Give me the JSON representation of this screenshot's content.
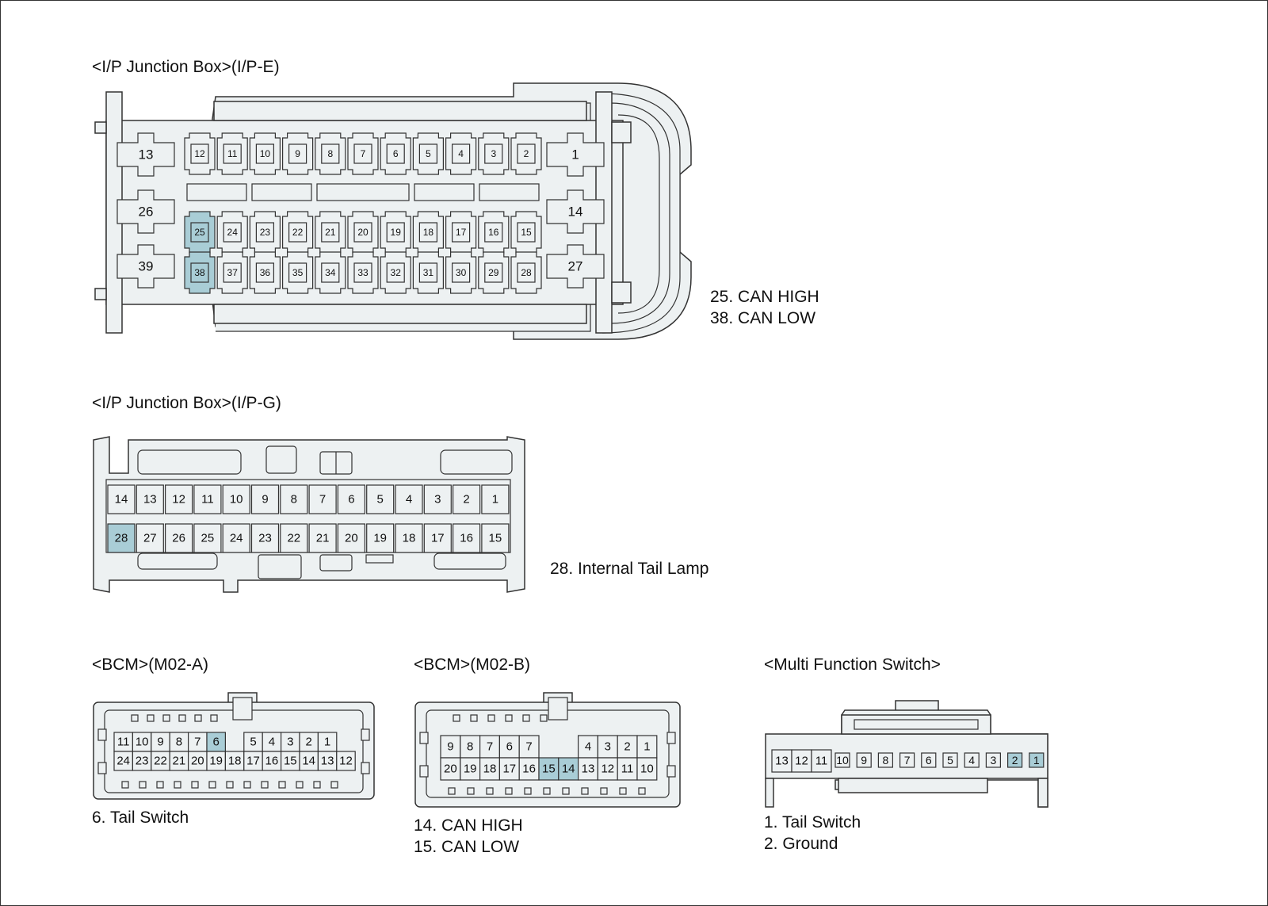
{
  "highlight_color": "#a9cdd6",
  "body_color": "#edf1f2",
  "ipe": {
    "title": "<I/P Junction Box>(I/P-E)",
    "corner_pins": [
      "13",
      "26",
      "39",
      "1",
      "14",
      "27"
    ],
    "row1": [
      "12",
      "11",
      "10",
      "9",
      "8",
      "7",
      "6",
      "5",
      "4",
      "3",
      "2"
    ],
    "row2": [
      "25",
      "24",
      "23",
      "22",
      "21",
      "20",
      "19",
      "18",
      "17",
      "16",
      "15"
    ],
    "row3": [
      "38",
      "37",
      "36",
      "35",
      "34",
      "33",
      "32",
      "31",
      "30",
      "29",
      "28"
    ],
    "highlighted": [
      "25",
      "38"
    ],
    "notes": [
      "25. CAN HIGH",
      "38. CAN LOW"
    ]
  },
  "ipg": {
    "title": "<I/P Junction Box>(I/P-G)",
    "row1": [
      "14",
      "13",
      "12",
      "11",
      "10",
      "9",
      "8",
      "7",
      "6",
      "5",
      "4",
      "3",
      "2",
      "1"
    ],
    "row2": [
      "28",
      "27",
      "26",
      "25",
      "24",
      "23",
      "22",
      "21",
      "20",
      "19",
      "18",
      "17",
      "16",
      "15"
    ],
    "highlighted": [
      "28"
    ],
    "notes": [
      "28. Internal Tail Lamp"
    ]
  },
  "bcm_a": {
    "title": "<BCM>(M02-A)",
    "row1_left": [
      "11",
      "10",
      "9",
      "8",
      "7",
      "6"
    ],
    "row1_right": [
      "5",
      "4",
      "3",
      "2",
      "1"
    ],
    "row2": [
      "24",
      "23",
      "22",
      "21",
      "20",
      "19",
      "18",
      "17",
      "16",
      "15",
      "14",
      "13",
      "12"
    ],
    "highlighted": [
      "6"
    ],
    "notes": [
      "6. Tail Switch"
    ]
  },
  "bcm_b": {
    "title": "<BCM>(M02-B)",
    "row1_left": [
      "9",
      "8",
      "7",
      "6",
      "7"
    ],
    "row1_right": [
      "4",
      "3",
      "2",
      "1"
    ],
    "row2": [
      "20",
      "19",
      "18",
      "17",
      "16",
      "15",
      "14",
      "13",
      "12",
      "11",
      "10"
    ],
    "highlighted": [
      "15",
      "14"
    ],
    "notes": [
      "14. CAN HIGH",
      "15. CAN LOW"
    ]
  },
  "mfs": {
    "title": "<Multi Function Switch>",
    "large_pins": [
      "13",
      "12",
      "11"
    ],
    "small_pins": [
      "10",
      "9",
      "8",
      "7",
      "6",
      "5",
      "4",
      "3",
      "2",
      "1"
    ],
    "highlighted": [
      "2",
      "1"
    ],
    "notes": [
      "1. Tail Switch",
      "2. Ground"
    ]
  }
}
